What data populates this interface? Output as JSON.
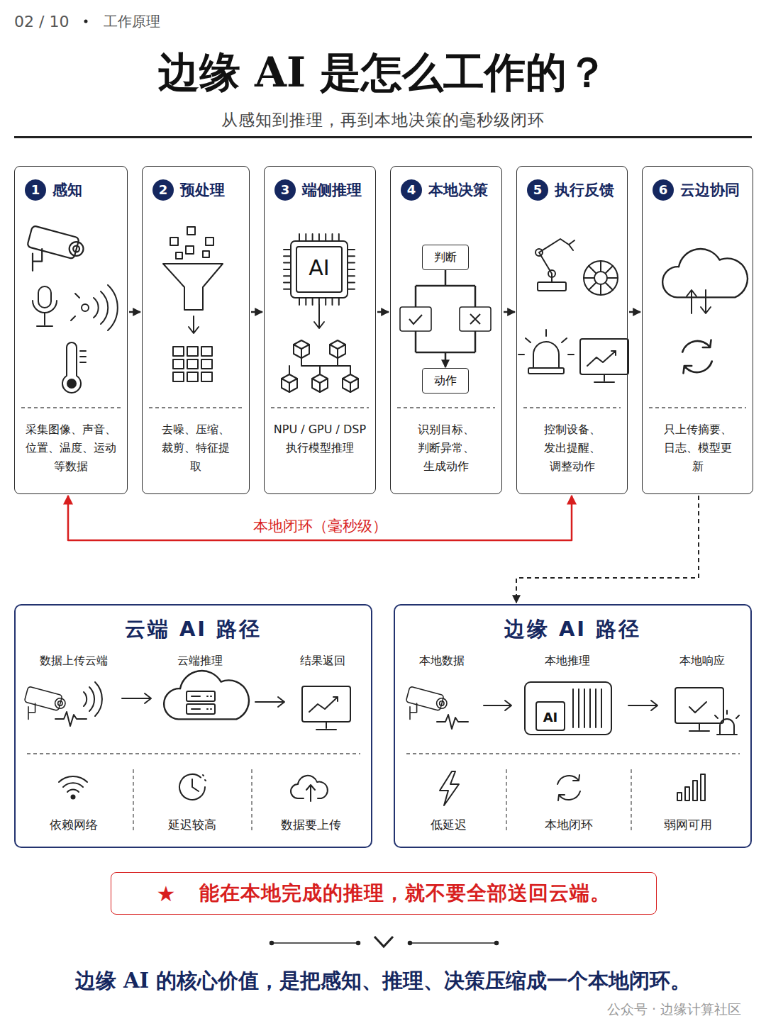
{
  "diagram": {
    "title": "边缘 AI 是怎么工作的？",
    "caption": "从感知到推理，再到本地决策的毫秒级闭环",
    "nodes": [
      {
        "text": [
          "1",
          "感知",
          "采集图像、声音、位置、温度、运动等数据"
        ]
      },
      {
        "text": [
          "2",
          "预处理",
          "去噪、压缩、裁剪、特征提取"
        ]
      },
      {
        "text": [
          "3",
          "端侧推理",
          "NPU / GPU / DSP 执行模型推理"
        ]
      },
      {
        "text": [
          "4",
          "本地决策",
          "识别目标、判断异常、生成动作"
        ]
      },
      {
        "text": [
          "判断"
        ],
        "in": 3
      },
      {
        "text": [
          "动作"
        ],
        "in": 3
      },
      {
        "text": [
          "5",
          "执行反馈",
          "控制设备、发出提醒、调整动作"
        ]
      },
      {
        "text": [
          "6",
          "云边协同",
          "只上传摘要、日志、模型更新"
        ]
      },
      {
        "text": [
          "云端 AI 路径"
        ]
      },
      {
        "text": [
          "边缘 AI 路径"
        ]
      },
      {
        "text": [
          "★",
          "能在本地完成的推理，就不要全部送回云端。"
        ]
      }
    ],
    "edges": [
      {
        "from": 0,
        "to": 1,
        "arrow": "to"
      },
      {
        "from": 1,
        "to": 2,
        "arrow": "to"
      },
      {
        "from": 2,
        "to": 3,
        "arrow": "to"
      },
      {
        "from": 3,
        "to": 6,
        "arrow": "to"
      },
      {
        "from": 6,
        "to": 7,
        "arrow": "to"
      },
      {
        "from": 4,
        "to": 5,
        "arrow": "to"
      },
      {
        "from": 0,
        "to": 6,
        "label": "本地闭环（毫秒级）",
        "arrow": "both"
      },
      {
        "from": 7,
        "to": 9,
        "arrow": "to"
      }
    ],
    "labels": [
      "02 / 10",
      "工作原理",
      "AI",
      "数据上传云端",
      "云端推理",
      "结果返回",
      "依赖网络",
      "延迟较高",
      "数据要上传",
      "本地数据",
      "本地推理",
      "本地响应",
      "AI",
      "低延迟",
      "本地闭环",
      "弱网可用",
      "边缘 AI 的核心价值，是把感知、推理、决策压缩成一个本地闭环。",
      "公众号 · 边缘计算社区"
    ]
  }
}
